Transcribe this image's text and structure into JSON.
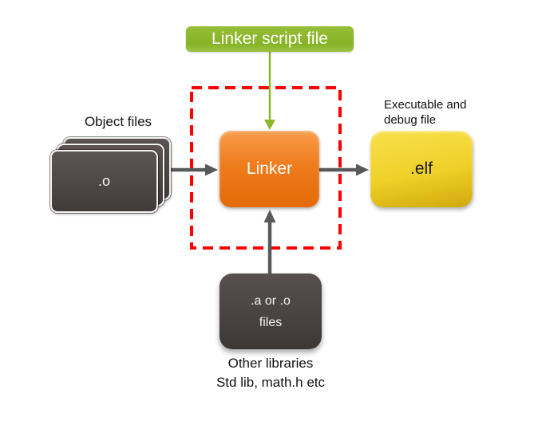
{
  "diagram": {
    "linker_script": {
      "label": "Linker script file"
    },
    "object_files": {
      "caption": "Object files",
      "box_label": ".o"
    },
    "linker": {
      "label": "Linker"
    },
    "executable": {
      "caption_line1": "Executable and",
      "caption_line2": "debug file",
      "box_label": ".elf"
    },
    "libraries": {
      "box_line1": ".a or .o",
      "box_line2": "files",
      "caption_line1": "Other libraries",
      "caption_line2": "Std lib, math.h etc"
    }
  },
  "colors": {
    "green": "#8CB82E",
    "orange": "#EF7C1D",
    "yellow": "#F0D029",
    "dark_gray": "#4A4441",
    "red": "#FF0000",
    "arrow_gray": "#58595B",
    "text_white": "#FFFFFF",
    "text_black": "#111111"
  }
}
